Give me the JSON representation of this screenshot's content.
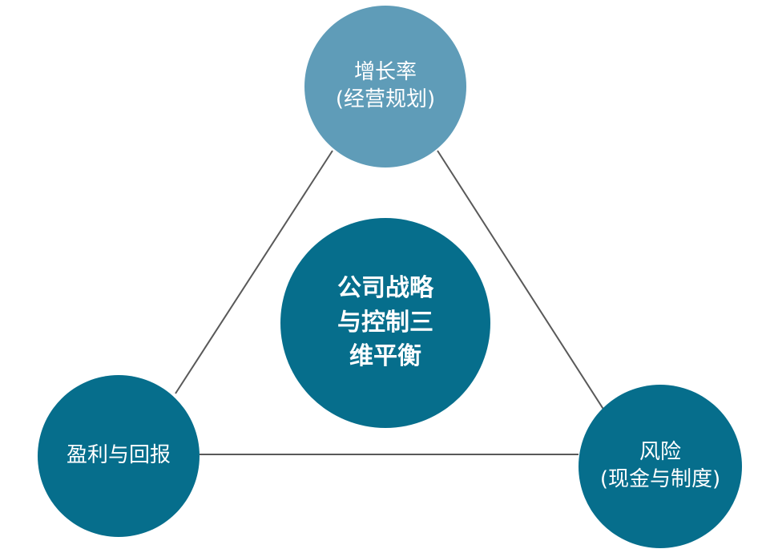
{
  "colors": {
    "top_node": "#5f9cb8",
    "center_node": "#066e8c",
    "corner_node": "#066e8c",
    "connector_line": "#595959",
    "text": "#ffffff"
  },
  "nodes": {
    "top": {
      "line1": "增长率",
      "line2": "(经营规划)"
    },
    "center": {
      "line1": "公司战略",
      "line2": "与控制三",
      "line3": "维平衡"
    },
    "left": {
      "line1": "盈利与回报"
    },
    "right": {
      "line1": "风险",
      "line2": "(现金与制度)"
    }
  }
}
